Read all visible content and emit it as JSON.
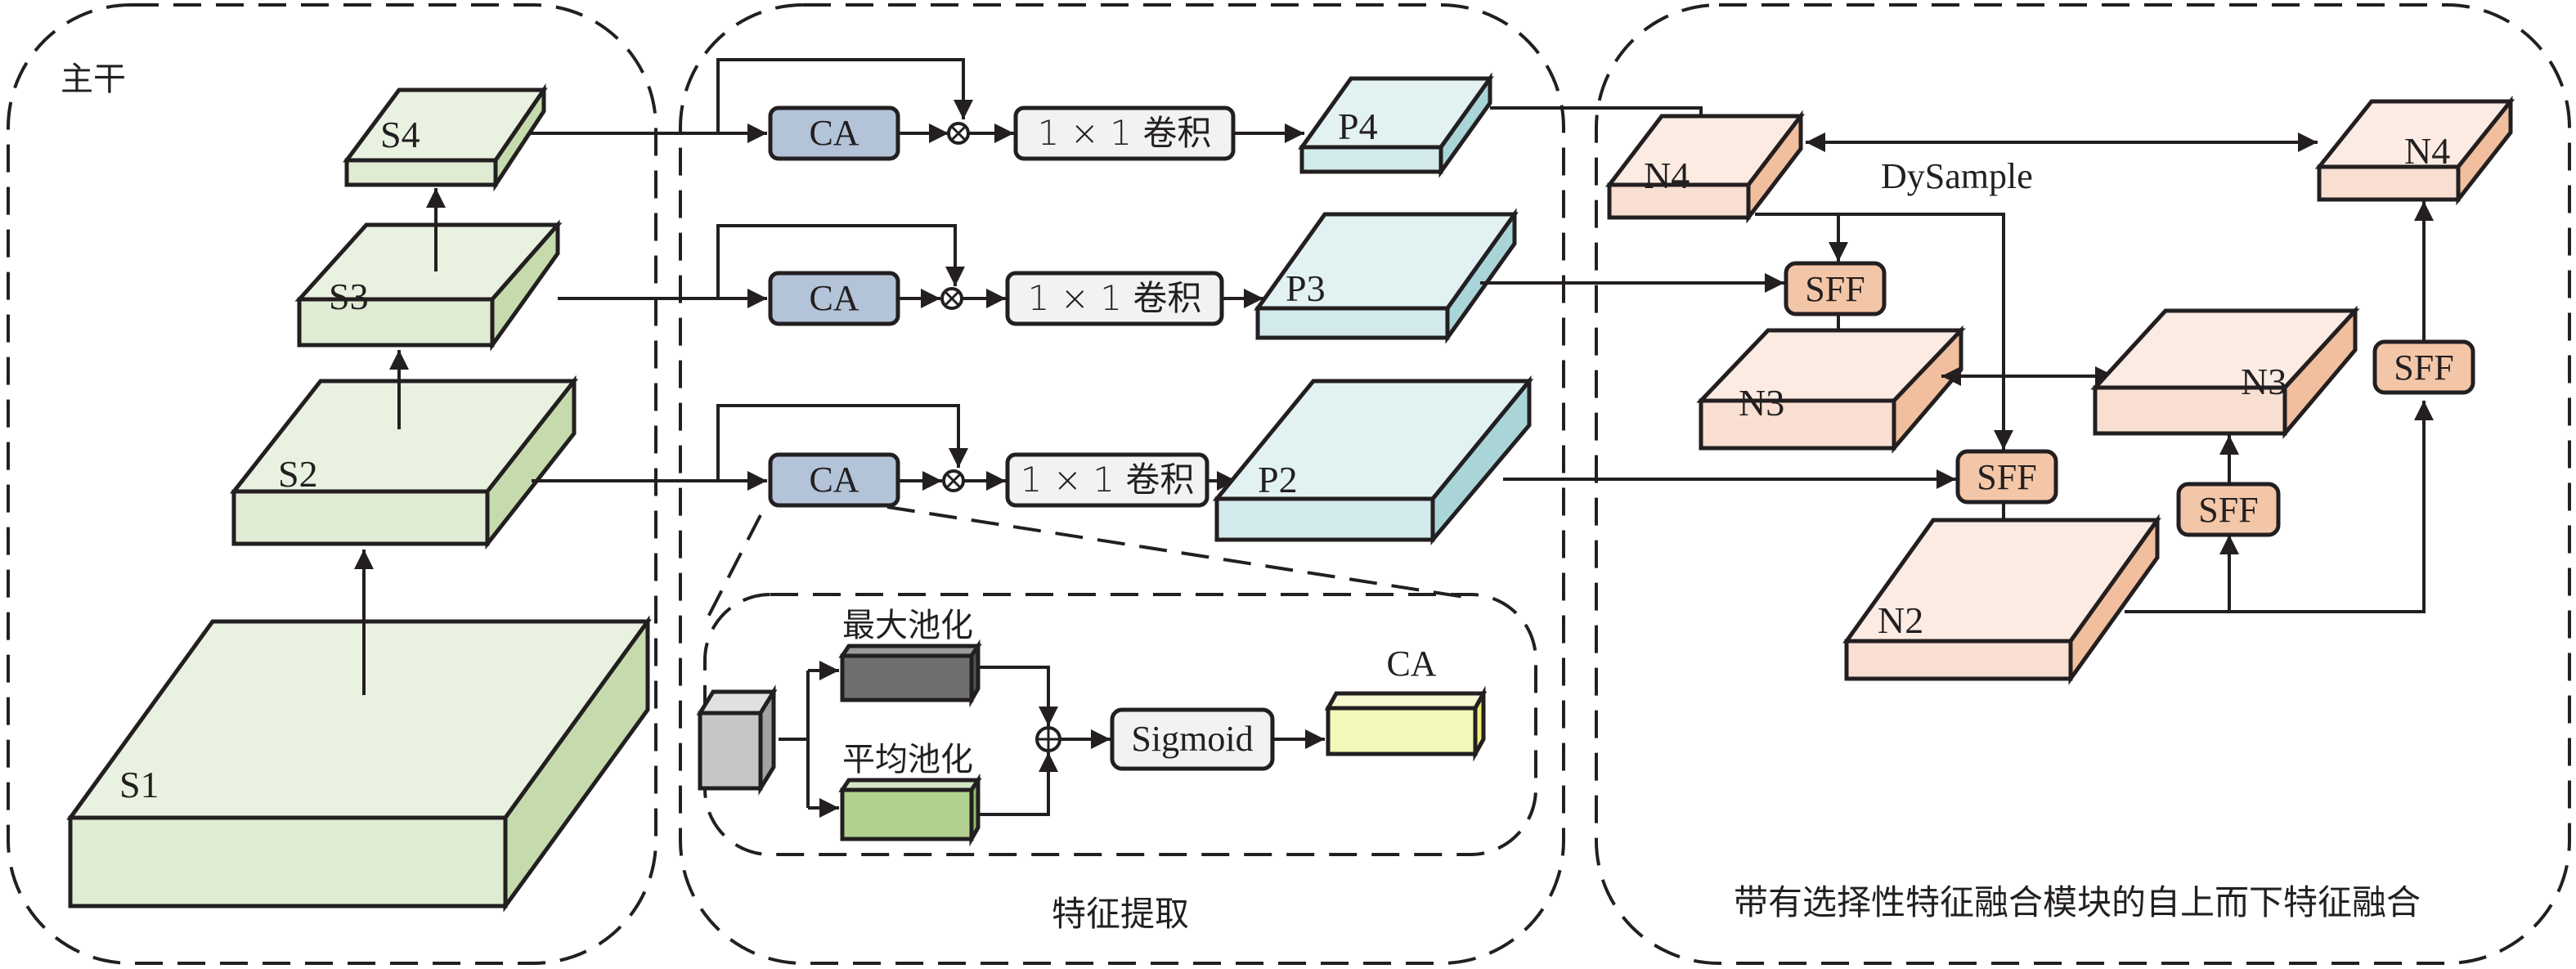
{
  "panels": {
    "backbone": {
      "label": "主干"
    },
    "feature_extraction": {
      "label": "特征提取"
    },
    "fusion": {
      "label": "带有选择性特征融合模块的自上而下特征融合"
    }
  },
  "backbone": {
    "stages": [
      {
        "label": "S1"
      },
      {
        "label": "S2"
      },
      {
        "label": "S3"
      },
      {
        "label": "S4"
      }
    ]
  },
  "extraction": {
    "rows": [
      {
        "ca": "CA",
        "conv": "1 × 1 卷积",
        "out": "P4"
      },
      {
        "ca": "CA",
        "conv": "1 × 1 卷积",
        "out": "P3"
      },
      {
        "ca": "CA",
        "conv": "1 × 1 卷积",
        "out": "P2"
      }
    ],
    "ca_detail": {
      "max_pool": "最大池化",
      "avg_pool": "平均池化",
      "sigmoid": "Sigmoid",
      "output": "CA"
    }
  },
  "fusion": {
    "dysample": "DySample",
    "nodes": {
      "n4_left": "N4",
      "n3_left": "N3",
      "n2": "N2",
      "n3_right": "N3",
      "n4_right": "N4"
    },
    "sff": [
      "SFF",
      "SFF",
      "SFF",
      "SFF"
    ]
  },
  "colors": {
    "green_top": "#e9f1e0",
    "green_front": "#dfebd2",
    "green_side": "#c5dbad",
    "cyan_top": "#e2f1f2",
    "cyan_front": "#d2eaeb",
    "cyan_side": "#a9d5d9",
    "peach_top": "#fbebe3",
    "peach_front": "#f8dfd2",
    "peach_side": "#f1bf9e",
    "ca_fill": "#b3c3d8",
    "sff_fill": "#f3c6a8",
    "conv_fill": "#f2f2f2"
  }
}
